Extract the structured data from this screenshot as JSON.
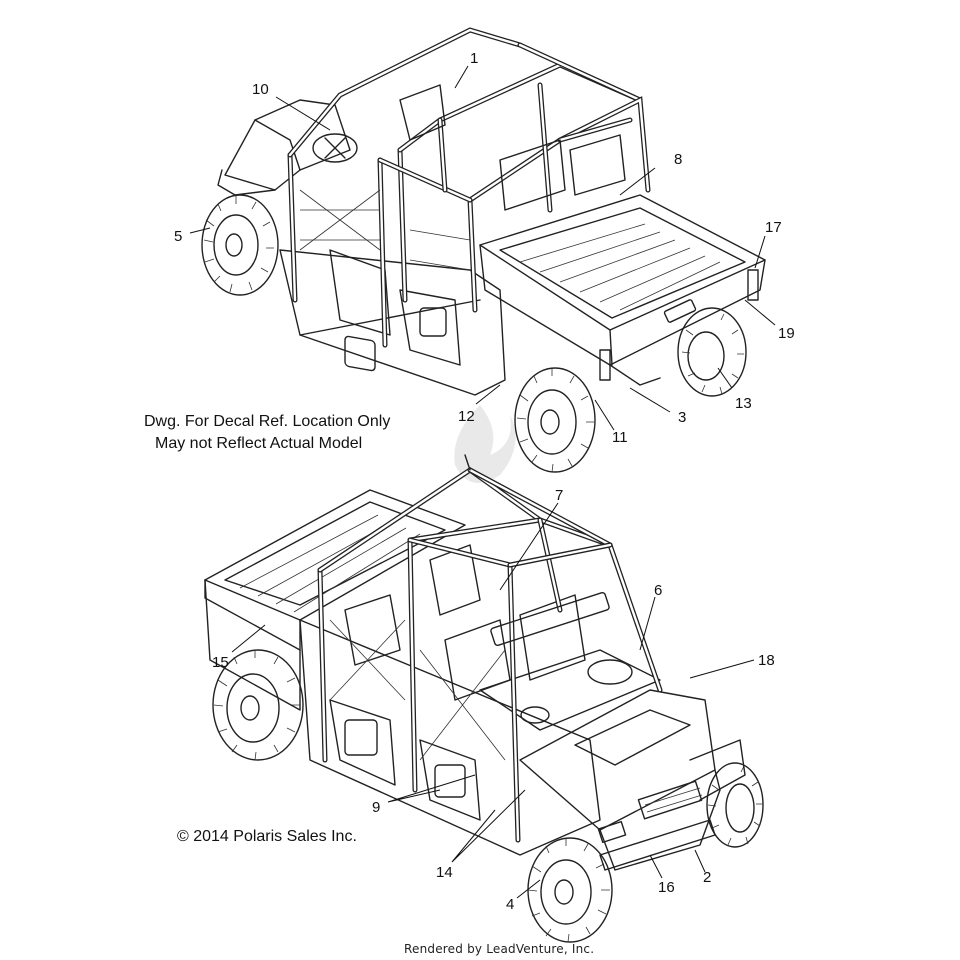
{
  "note": {
    "line1": "Dwg. For Decal Ref. Location Only",
    "line2": "May not Reflect Actual Model"
  },
  "copyright": "© 2014 Polaris Sales Inc.",
  "rendered_by": "Rendered by LeadVenture, Inc.",
  "callouts": {
    "c1": "1",
    "c10": "10",
    "c8": "8",
    "c5": "5",
    "c17": "17",
    "c19": "19",
    "c13": "13",
    "c3": "3",
    "c12": "12",
    "c11": "11",
    "c7": "7",
    "c6": "6",
    "c18": "18",
    "c15": "15",
    "c9": "9",
    "c14": "14",
    "c16": "16",
    "c2": "2",
    "c4": "4"
  }
}
